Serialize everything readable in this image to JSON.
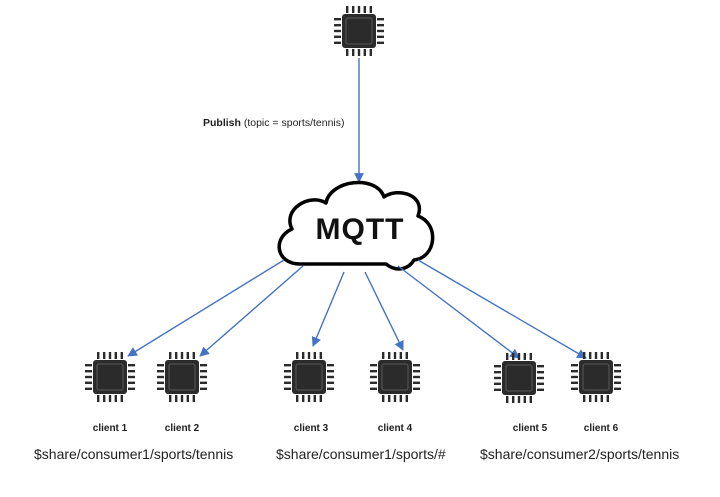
{
  "broker": {
    "label": "MQTT"
  },
  "publish": {
    "verb": "Publish",
    "detail": " (topic = sports/tennis)"
  },
  "clients": [
    "client 1",
    "client 2",
    "client 3",
    "client 4",
    "client 5",
    "client 6"
  ],
  "subscriptions": [
    "$share/consumer1/sports/tennis",
    "$share/consumer1/sports/#",
    "$share/consumer2/sports/tennis"
  ],
  "colors": {
    "arrow": "#4472c4",
    "chip": "#2b2b2b",
    "outline": "#000000"
  }
}
